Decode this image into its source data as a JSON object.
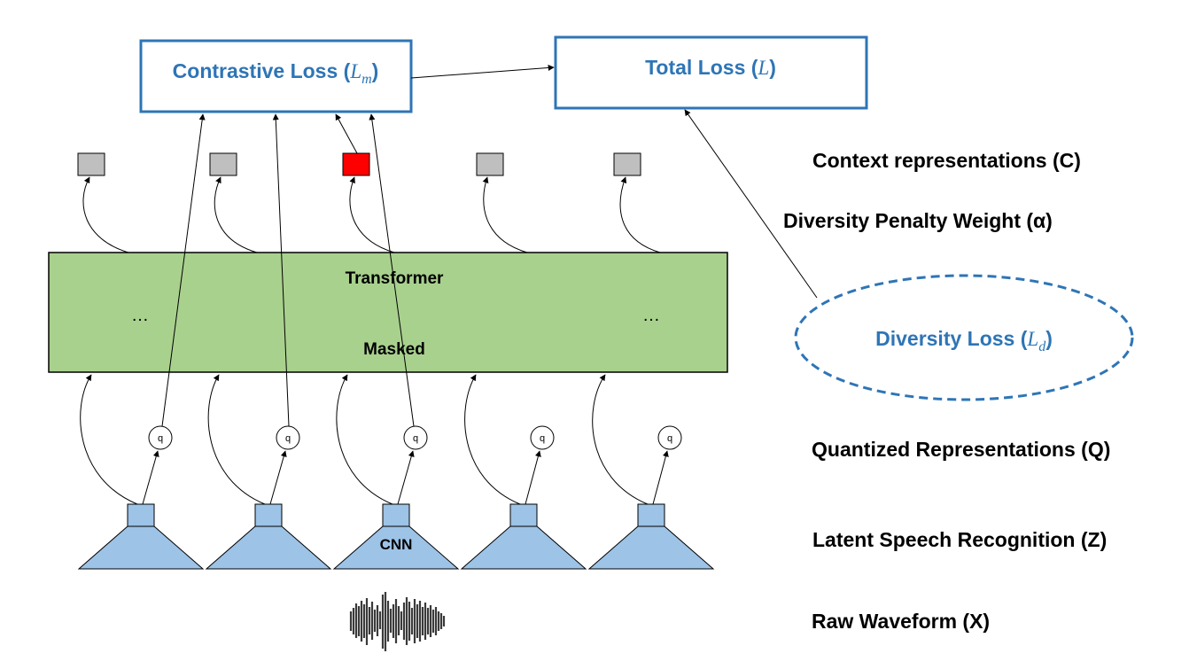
{
  "losses": {
    "contrastive": {
      "text": "Contrastive Loss (",
      "symbol": "L",
      "sub": "m",
      "close": ")"
    },
    "total": {
      "text": "Total Loss (",
      "symbol": "L",
      "close": ")"
    },
    "diversity": {
      "text": "Diversity Loss (",
      "symbol": "L",
      "sub": "d",
      "close": ")"
    }
  },
  "side_labels": {
    "context": "Context representations (C)",
    "penalty": "Diversity Penalty Weight (α)",
    "quantized": "Quantized Representations (Q)",
    "latent": "Latent Speech Recognition (Z)",
    "raw": "Raw Waveform (X)"
  },
  "transformer": {
    "title": "Transformer",
    "subtitle": "Masked",
    "ellipsis_left": "…",
    "ellipsis_right": "…"
  },
  "cnn_label": "CNN",
  "quantizer_label": "q",
  "context_tokens": [
    "gray",
    "gray",
    "red",
    "gray",
    "gray"
  ],
  "colors": {
    "accent_blue": "#2E75B6",
    "transformer_fill": "#A9D18E",
    "cnn_fill": "#9DC3E6",
    "token_gray": "#BFBFBF",
    "token_red": "#FF0000"
  }
}
